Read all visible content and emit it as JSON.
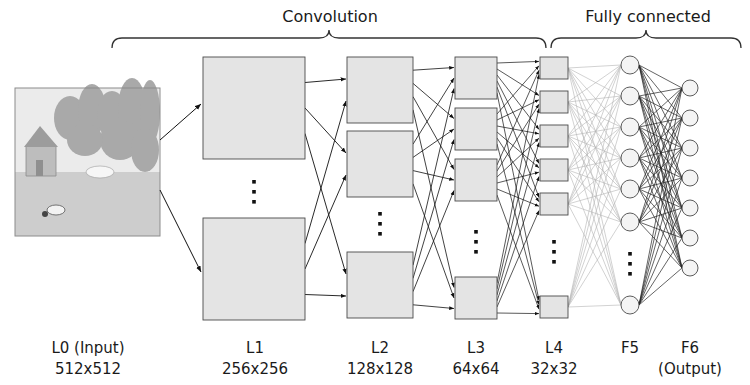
{
  "diagram": {
    "labels": [
      "Convolution",
      "Fully connected",
      "L0 (Input)",
      "512x512",
      "L1",
      "256x256",
      "L2",
      "128x128",
      "L3",
      "64x64",
      "L4",
      "32x32",
      "F5",
      "F6",
      "(Output)"
    ]
  }
}
